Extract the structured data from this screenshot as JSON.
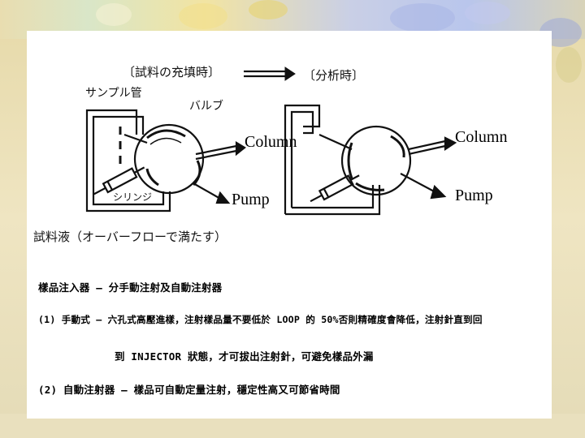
{
  "diagram": {
    "fill_state_label": "〔試料の充填時〕",
    "analysis_state_label": "〔分析時〕",
    "sample_loop_label": "サンプル管",
    "valve_label": "バルブ",
    "syringe_label": "シリンジ",
    "column_left_label": "Column",
    "pump_left_label": "Pump",
    "column_right_label": "Column",
    "pump_right_label": "Pump",
    "caption": "試料液（オーバーフローで満たす）"
  },
  "text": {
    "line1": "樣品注入器 – 分手動注射及自動注射器",
    "line2": "(1) 手動式 – 六孔式高壓進樣，注射樣品量不要低於 LOOP 的 50%否則精確度會降低，注射針直到回",
    "line3": "到 INJECTOR 狀態，才可拔出注射針，可避免樣品外漏",
    "line4": "(2) 自動注射器 – 樣品可自動定量注射，穩定性高又可節省時間"
  },
  "colors": {
    "slide_background": "#ffffff",
    "page_background": "#efe6c4",
    "line_color": "#111111"
  }
}
